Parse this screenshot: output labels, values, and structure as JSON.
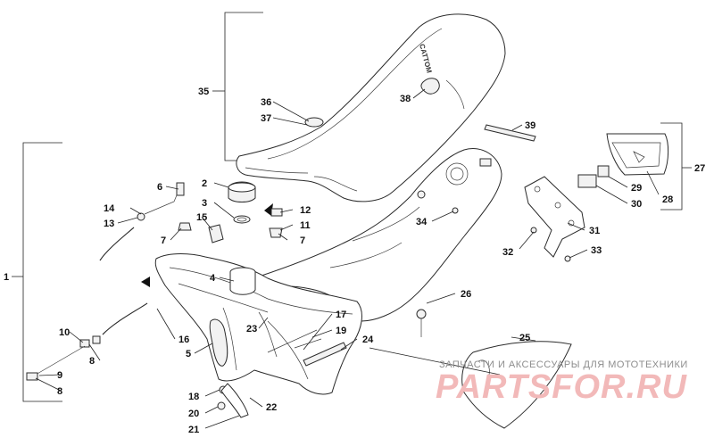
{
  "callouts": {
    "c1": "1",
    "c2": "2",
    "c3": "3",
    "c4": "4",
    "c5": "5",
    "c6": "6",
    "c7a": "7",
    "c7b": "7",
    "c8a": "8",
    "c8b": "8",
    "c9": "9",
    "c10": "10",
    "c11": "11",
    "c12": "12",
    "c13": "13",
    "c14": "14",
    "c15": "15",
    "c16": "16",
    "c17": "17",
    "c18": "18",
    "c19": "19",
    "c20": "20",
    "c21": "21",
    "c22": "22",
    "c23": "23",
    "c24": "24",
    "c25": "25",
    "c26": "26",
    "c27": "27",
    "c28": "28",
    "c29": "29",
    "c30": "30",
    "c31": "31",
    "c32": "32",
    "c33": "33",
    "c34": "34",
    "c35": "35",
    "c36": "36",
    "c37": "37",
    "c38": "38",
    "c39": "39"
  },
  "seat_brand": "CATTOM",
  "watermark": {
    "subtitle": "ЗАПЧАСТИ И АКСЕССУАРЫ ДЛЯ МОТОТЕХНИКИ",
    "logo": "PARTSFOR.RU"
  },
  "colors": {
    "watermark_logo": "#f2b9b9",
    "watermark_sub": "#8d8d8d",
    "ink": "#222222"
  }
}
